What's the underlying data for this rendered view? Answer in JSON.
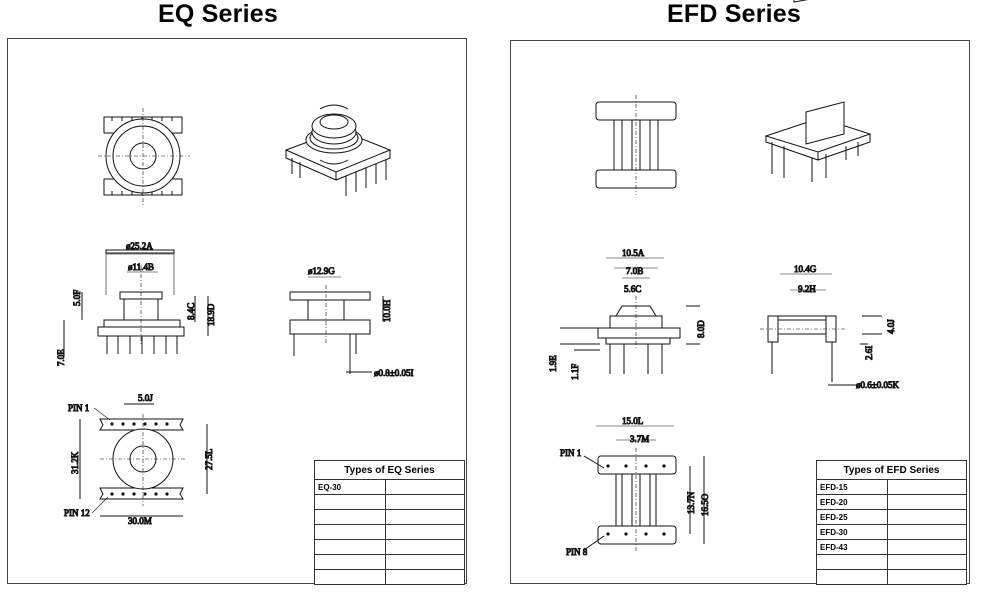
{
  "eq": {
    "title": "EQ Series",
    "dims": {
      "a": "ø25.2A",
      "b": "ø11.4B",
      "c": "8.4C",
      "d": "18.9D",
      "e": "7.0E",
      "f": "5.0F",
      "g": "ø12.9G",
      "h": "10.0H",
      "i": "ø0.8±0.05I",
      "j": "5.0J",
      "k": "31.2K",
      "l": "27.5L",
      "m": "30.0M"
    },
    "pin_top": "PIN 1",
    "pin_bottom": "PIN 12",
    "table": {
      "header": "Types of EQ Series",
      "rows": [
        "EQ-30",
        "",
        "",
        "",
        "",
        "",
        ""
      ]
    }
  },
  "efd": {
    "title": "EFD  Series",
    "dims": {
      "a": "10.5A",
      "b": "7.0B",
      "c": "5.6C",
      "d": "8.0D",
      "e": "1.9E",
      "f": "1.1F",
      "g": "10.4G",
      "h": "9.2H",
      "i": "2.6I",
      "j": "4.0J",
      "k": "ø0.6±0.05K",
      "l": "15.0L",
      "m": "3.7M",
      "n": "13.7N",
      "o": "16.5O"
    },
    "pin_top": "PIN 1",
    "pin_bottom": "PIN 8",
    "table": {
      "header": "Types of EFD Series",
      "rows": [
        "EFD-15",
        "EFD-20",
        "EFD-25",
        "EFD-30",
        "EFD-43",
        "",
        ""
      ]
    }
  }
}
